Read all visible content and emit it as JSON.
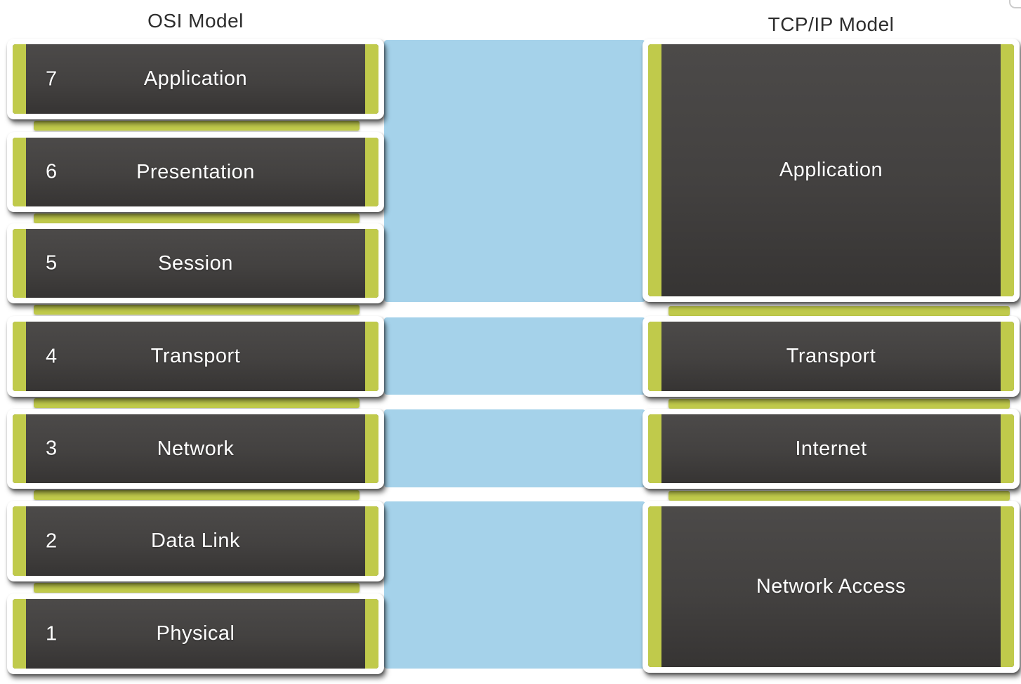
{
  "diagram": {
    "left_title": "OSI Model",
    "right_title": "TCP/IP Model",
    "osi_layers": [
      {
        "number": "7",
        "label": "Application"
      },
      {
        "number": "6",
        "label": "Presentation"
      },
      {
        "number": "5",
        "label": "Session"
      },
      {
        "number": "4",
        "label": "Transport"
      },
      {
        "number": "3",
        "label": "Network"
      },
      {
        "number": "2",
        "label": "Data Link"
      },
      {
        "number": "1",
        "label": "Physical"
      }
    ],
    "tcpip_layers": [
      {
        "label": "Application"
      },
      {
        "label": "Transport"
      },
      {
        "label": "Internet"
      },
      {
        "label": "Network Access"
      }
    ],
    "colors": {
      "stripe_green": "#c0ca4b",
      "band_blue": "#a5d2ea",
      "box_dark_top": "#4c4a49",
      "box_dark_bottom": "#363433",
      "title_text": "#2d2d2d",
      "layer_text": "#ffffff"
    }
  }
}
